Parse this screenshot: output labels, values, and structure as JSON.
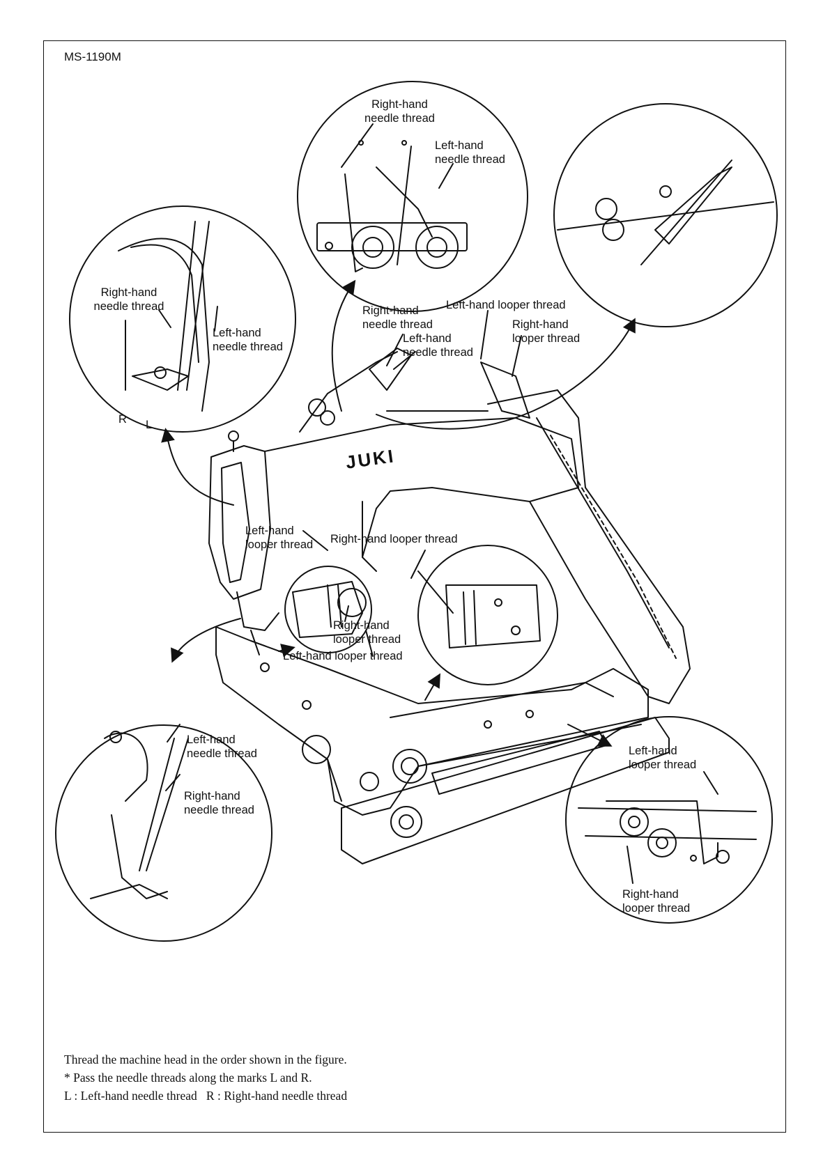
{
  "model_code": "MS-1190M",
  "brand_logo": "JUKI",
  "marks": {
    "r": "R",
    "l": "L"
  },
  "labels": {
    "top_right_hand_needle": "Right-hand needle thread",
    "top_left_hand_needle": "Left-hand needle thread",
    "left_right_hand_needle": "Right-hand needle thread",
    "left_left_hand_needle": "Left-hand needle thread",
    "arm_right_hand_needle": "Right-hand needle thread",
    "arm_left_hand_looper": "Left-hand looper thread",
    "arm_left_hand_needle": "Left-hand needle thread",
    "arm_right_hand_looper": "Right-hand looper thread",
    "mid_left_hand_looper": "Left-hand looper thread",
    "mid_right_hand_looper_top": "Right-hand looper thread",
    "mid_right_hand_looper": "Right-hand looper thread",
    "mid_left_hand_looper_bottom": "Left-hand looper thread",
    "bl_left_hand_needle": "Left-hand needle thread",
    "bl_right_hand_needle": "Right-hand needle thread",
    "br_left_hand_looper": "Left-hand looper thread",
    "br_right_hand_looper": "Right-hand looper thread"
  },
  "caption": {
    "line1": "Thread the machine head in the order shown in the figure.",
    "line2": "* Pass the needle threads along the marks L and R.",
    "line3": "L : Left-hand needle thread   R : Right-hand needle thread"
  }
}
